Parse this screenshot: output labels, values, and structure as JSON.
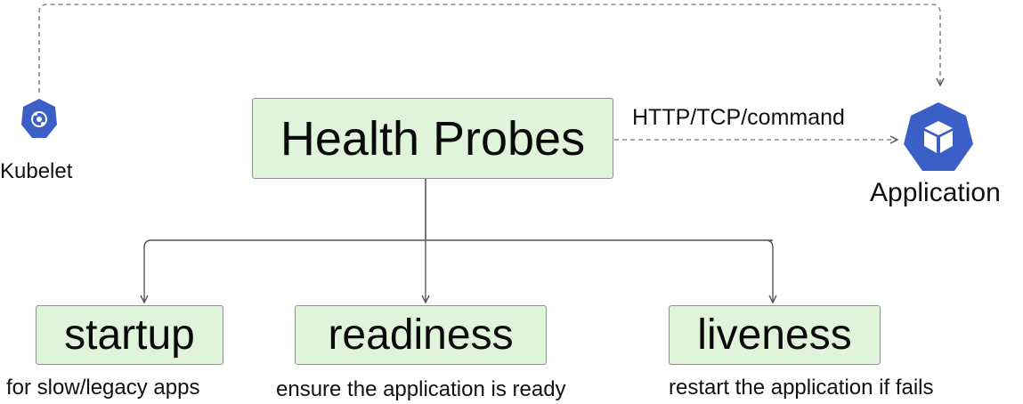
{
  "diagram": {
    "central_node": {
      "label": "Health Probes"
    },
    "probes": [
      {
        "label": "startup",
        "caption": "for slow/legacy apps"
      },
      {
        "label": "readiness",
        "caption": "ensure the application is ready"
      },
      {
        "label": "liveness",
        "caption": "restart the application if fails"
      }
    ],
    "kubelet": {
      "label": "Kubelet",
      "icon": "kubelet-icon"
    },
    "application": {
      "label": "Application",
      "icon": "application-cube-icon"
    },
    "probe_edge_label": "HTTP/TCP/command",
    "colors": {
      "box_fill": "#dff4db",
      "box_border": "#8a948a",
      "icon_blue": "#3b5fc7",
      "connector": "#555555"
    }
  }
}
